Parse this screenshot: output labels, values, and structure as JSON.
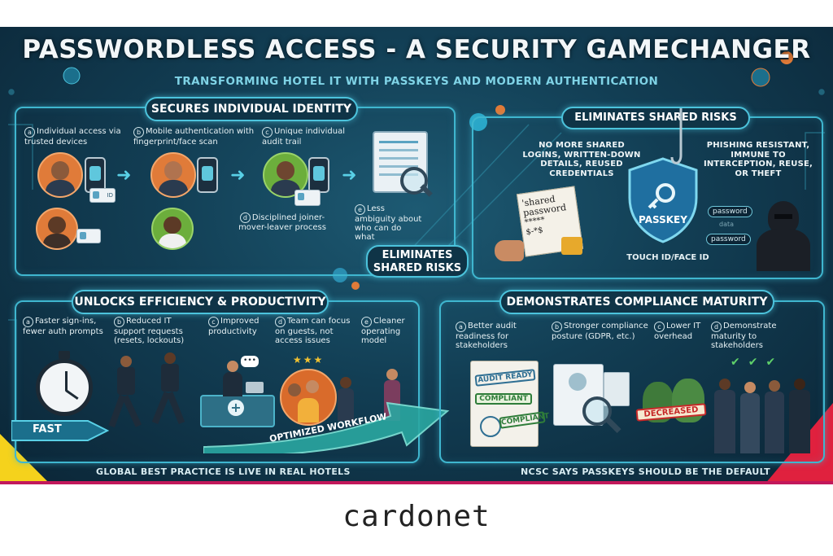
{
  "title": "PASSWORDLESS ACCESS - A SECURITY GAMECHANGER",
  "subtitle": "TRANSFORMING HOTEL IT WITH PASSKEYS AND MODERN AUTHENTICATION",
  "identity": {
    "heading": "SECURES INDIVIDUAL IDENTITY",
    "items": [
      {
        "letter": "a",
        "text": "Individual access via trusted devices"
      },
      {
        "letter": "b",
        "text": "Mobile authentication with fingerprint/face scan"
      },
      {
        "letter": "c",
        "text": "Unique individual audit trail"
      },
      {
        "letter": "d",
        "text": "Disciplined joiner-mover-leaver process"
      },
      {
        "letter": "e",
        "text": "Less ambiguity about who can do what"
      }
    ],
    "phone_id_label": "ID"
  },
  "shared": {
    "heading": "ELIMINATES SHARED RISKS",
    "center_pill": "ELIMINATES SHARED RISKS",
    "left_text": "NO MORE SHARED LOGINS, WRITTEN-DOWN DETAILS, REUSED CREDENTIALS",
    "right_text": "PHISHING RESISTANT, IMMUNE TO INTERCEPTION, REUSE, OR THEFT",
    "note_title": "'shared password",
    "note_stars": "*****",
    "note_scribble": "$-*$",
    "shield_label": "PASSKEY",
    "touch_label": "TOUCH ID/FACE ID",
    "password_tags": [
      "password",
      "data",
      "password"
    ]
  },
  "efficiency": {
    "heading": "UNLOCKS EFFICIENCY & PRODUCTIVITY",
    "items": [
      {
        "letter": "a",
        "text": "Faster sign-ins, fewer auth prompts"
      },
      {
        "letter": "b",
        "text": "Reduced IT support requests (resets, lockouts)"
      },
      {
        "letter": "c",
        "text": "Improved productivity"
      },
      {
        "letter": "d",
        "text": "Team can focus on guests, not access issues"
      },
      {
        "letter": "e",
        "text": "Cleaner operating model"
      }
    ],
    "fast_label": "FAST",
    "workflow_label": "OPTIMIZED WORKFLOW"
  },
  "compliance": {
    "heading": "DEMONSTRATES COMPLIANCE MATURITY",
    "items": [
      {
        "letter": "a",
        "text": "Better audit readiness for stakeholders"
      },
      {
        "letter": "b",
        "text": "Stronger compliance posture (GDPR, etc.)"
      },
      {
        "letter": "c",
        "text": "Lower IT overhead"
      },
      {
        "letter": "d",
        "text": "Demonstrate maturity to stakeholders"
      }
    ],
    "stamps": [
      "AUDIT READY",
      "COMPLIANT",
      "COMPLIANT"
    ],
    "decreased_label": "DECREASED"
  },
  "footer": {
    "left": "GLOBAL BEST PRACTICE IS LIVE IN REAL HOTELS",
    "right": "NCSC SAYS PASSKEYS SHOULD BE THE DEFAULT"
  },
  "brand": "cardonet",
  "colors": {
    "panel_border": "#3fb6cf",
    "background": "#123e54",
    "accent_orange": "#e07b39",
    "accent_green": "#6cae3c",
    "corner_yellow": "#f5d21c",
    "corner_red": "#e0213e"
  }
}
